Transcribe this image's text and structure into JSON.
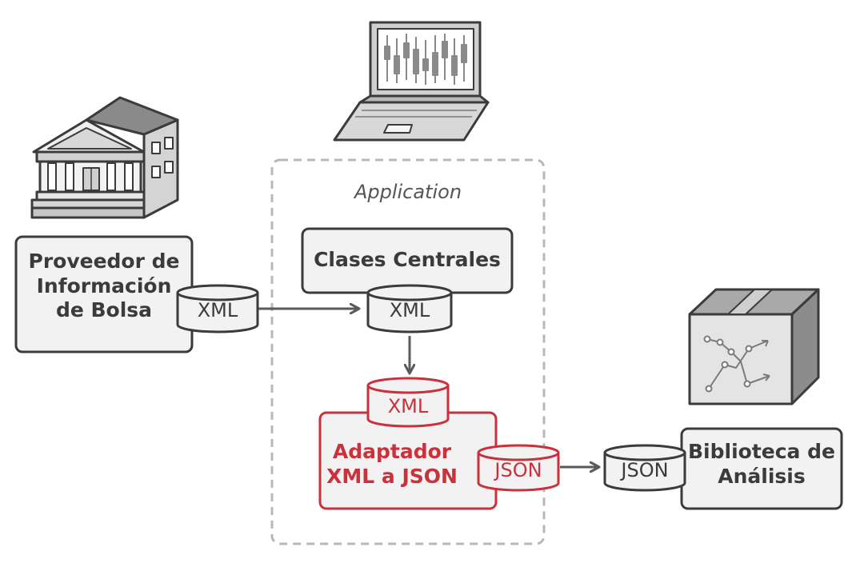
{
  "diagram": {
    "container_label": "Application",
    "nodes": {
      "stock_provider": {
        "lines": [
          "Proveedor de",
          "Información",
          "de Bolsa"
        ]
      },
      "core_classes": {
        "label": "Clases Centrales"
      },
      "adapter": {
        "lines": [
          "Adaptador",
          "XML a JSON"
        ]
      },
      "analytics_library": {
        "lines": [
          "Biblioteca de",
          "Análisis"
        ]
      }
    },
    "data_tags": {
      "provider_xml": "XML",
      "core_xml": "XML",
      "adapter_xml": "XML",
      "adapter_json": "JSON",
      "library_json": "JSON"
    },
    "icons": [
      "stock-exchange-building-icon",
      "laptop-chart-icon",
      "analytics-package-icon"
    ],
    "colors": {
      "accent": "#c9313b",
      "stroke": "#3b3b3b",
      "fill": "#f2f2f2",
      "arrow": "#5a5a5a",
      "dashed_border": "#b8b8b8"
    }
  }
}
